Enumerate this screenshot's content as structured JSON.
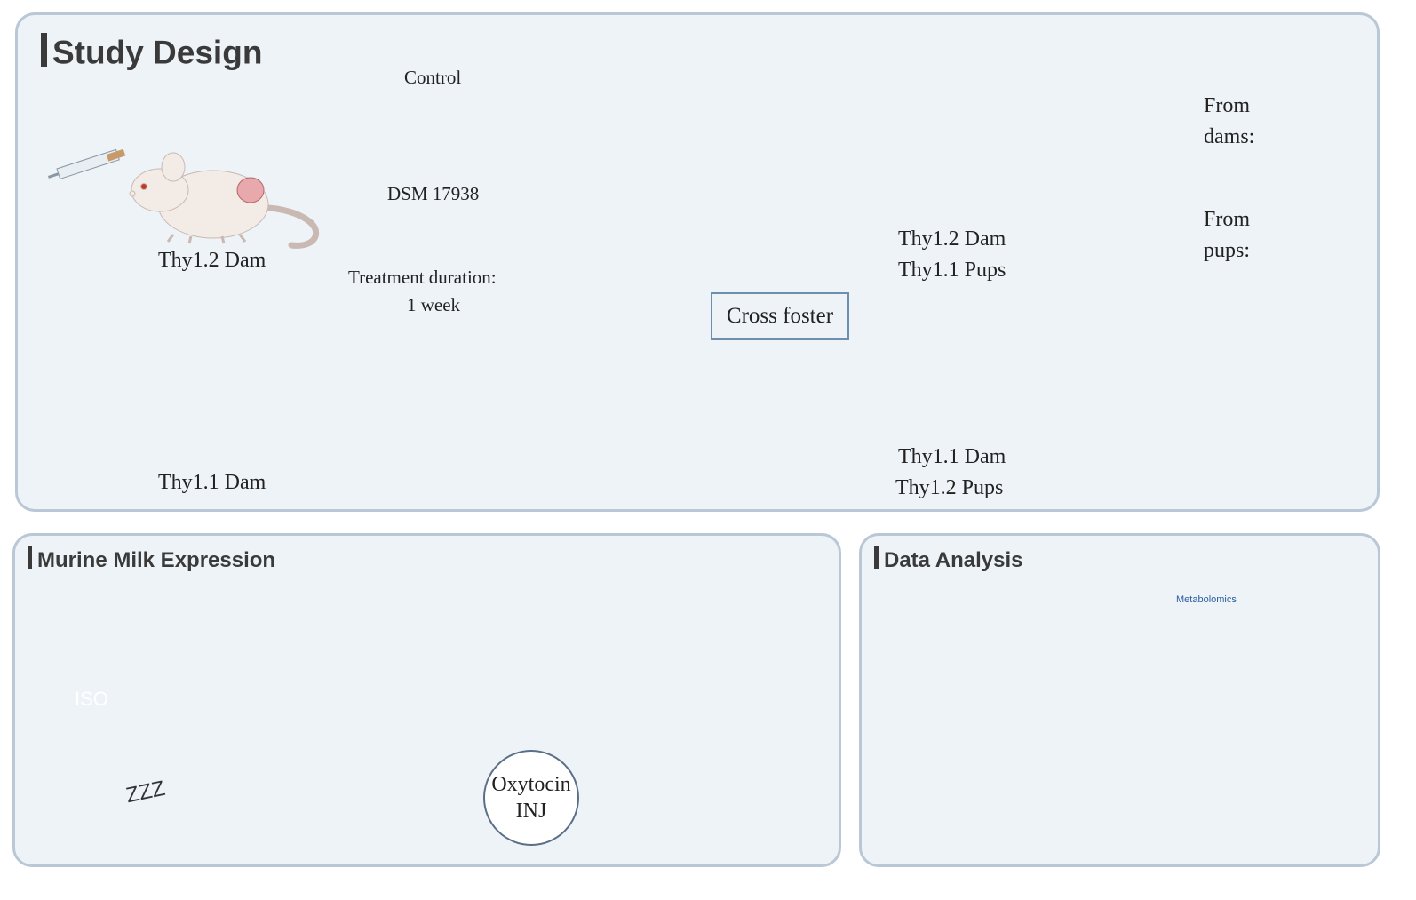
{
  "panels": {
    "study_design": {
      "title": "Study Design"
    },
    "milk_expression": {
      "title": "Murine Milk Expression"
    },
    "data_analysis": {
      "title": "Data Analysis"
    }
  },
  "study": {
    "dam_top": "Thy1.2 Dam",
    "dam_bottom": "Thy1.1 Dam",
    "control": "Control",
    "treatment": "DSM 17938",
    "duration_line1": "Treatment duration:",
    "duration_line2": "1 week",
    "cross_foster": "Cross foster",
    "result_top_line1": "Thy1.2 Dam",
    "result_top_line2": "Thy1.1 Pups",
    "result_bottom_line1": "Thy1.1 Dam",
    "result_bottom_line2": "Thy1.2 Pups",
    "from_dams_line1": "From",
    "from_dams_line2": "dams:",
    "from_pups_line1": "From",
    "from_pups_line2": "pups:"
  },
  "milk": {
    "iso_label": "ISO",
    "sleep_label": "ZZZ",
    "oxytocin_line1": "Oxytocin",
    "oxytocin_line2": "INJ"
  },
  "analysis": {
    "chart_title": "Metabolomics"
  },
  "colors": {
    "panel_bg": "#eef3f8",
    "panel_border": "#b9c7d6",
    "white_mouse": "#f2ebe6",
    "gray_mouse": "#b9b9bb",
    "pup_pink": "#e8a9ad",
    "pup_tan": "#cbbda6",
    "accent_blue": "#2a6ebb"
  }
}
